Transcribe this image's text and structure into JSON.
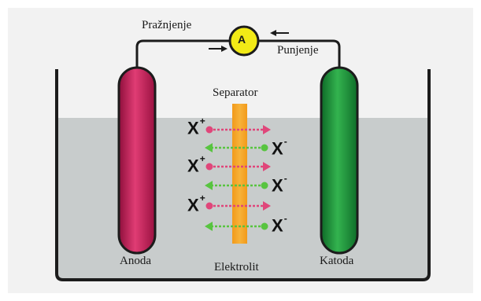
{
  "labels": {
    "discharge": "Pražnjenje",
    "charge": "Punjenje",
    "ammeter": "A",
    "separator": "Separator",
    "anode": "Anoda",
    "cathode": "Katoda",
    "electrolyte": "Elektrolit"
  },
  "ions": {
    "cation": {
      "symbol": "X",
      "charge": "+"
    },
    "anion": {
      "symbol": "X",
      "charge": "-"
    }
  },
  "colors": {
    "background_panel": "#f2f2f2",
    "electrolyte": "#c8cccc",
    "container": "#1c1c1c",
    "wire": "#1c1c1c",
    "ammeter_fill": "#f2ea16",
    "anode": "#c81e5a",
    "cathode": "#1f9a3d",
    "separator": "#f5a623",
    "cation_arrow": "#e0467a",
    "anion_arrow": "#58c440"
  }
}
